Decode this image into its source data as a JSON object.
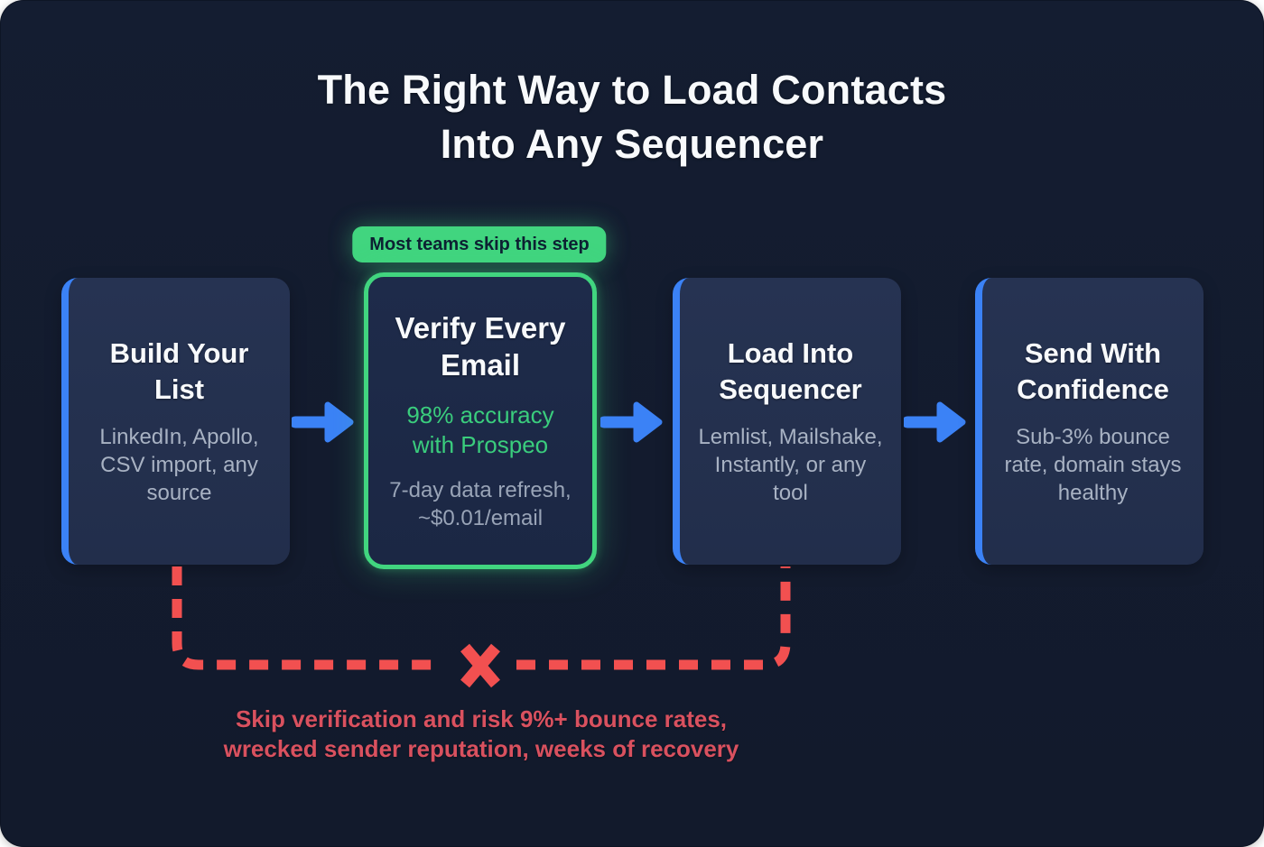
{
  "title": {
    "line1": "The Right Way to Load Contacts",
    "line2": "Into Any Sequencer"
  },
  "badge": {
    "label": "Most teams skip this step"
  },
  "steps": [
    {
      "title": "Build Your List",
      "description": "LinkedIn, Apollo, CSV import, any source"
    },
    {
      "title": "Verify Every Email",
      "highlight": "98% accuracy with Prospeo",
      "description": "7-day data refresh, ~$0.01/email"
    },
    {
      "title": "Load Into Sequencer",
      "description": "Lemlist, Mailshake, Instantly, or any tool"
    },
    {
      "title": "Send With Confidence",
      "description": "Sub-3% bounce rate, domain stays healthy"
    }
  ],
  "warning": {
    "line1": "Skip verification and risk 9%+ bounce rates,",
    "line2": "wrecked sender reputation, weeks of recovery"
  },
  "colors": {
    "background": "#141d31",
    "card": "#243150",
    "card_highlight": "#1c2947",
    "accent_blue": "#3b82f6",
    "accent_green": "#41d57f",
    "green_text": "#3acd7d",
    "danger": "#f25050",
    "danger_text": "#d9515f",
    "heading": "#f8fafc",
    "body_text": "#a8b2c3",
    "badge_text": "#0d2032"
  }
}
